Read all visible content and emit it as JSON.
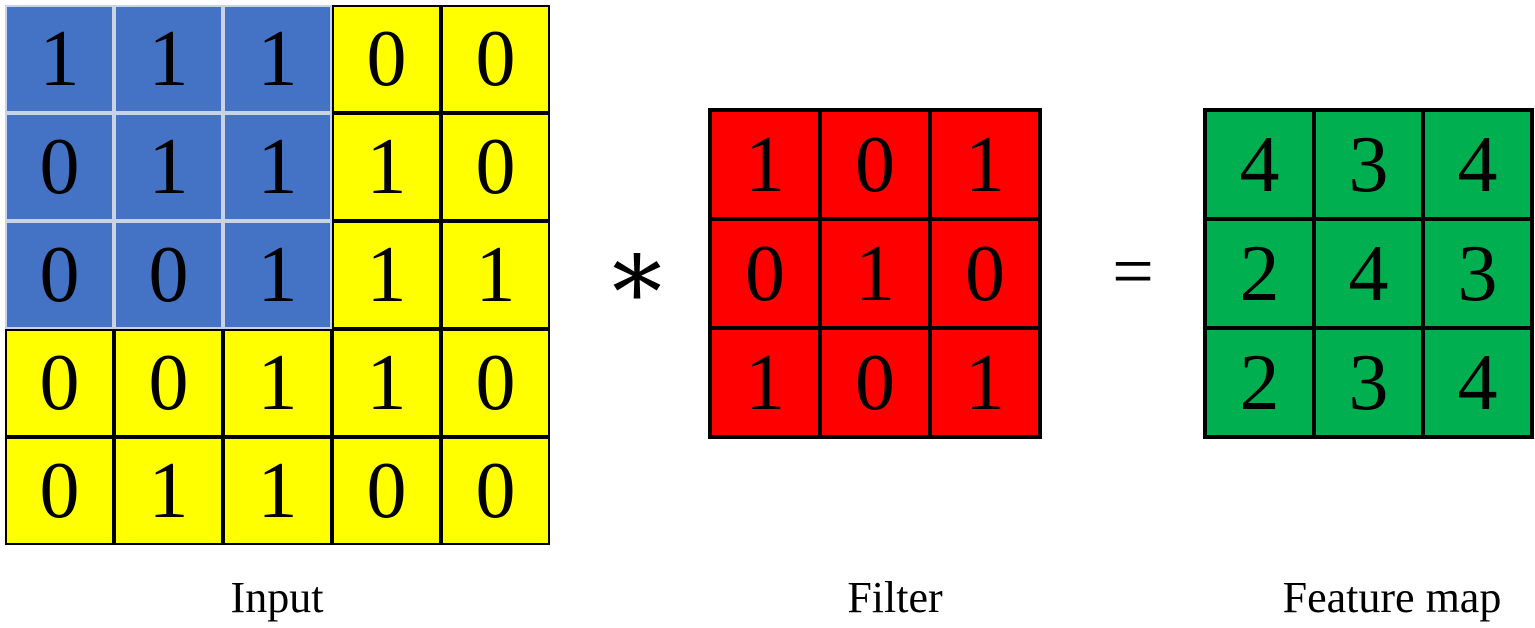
{
  "figure": {
    "input": {
      "label": "Input",
      "rows": 5,
      "cols": 5,
      "grid": [
        [
          1,
          1,
          1,
          0,
          0
        ],
        [
          0,
          1,
          1,
          1,
          0
        ],
        [
          0,
          0,
          1,
          1,
          1
        ],
        [
          0,
          0,
          1,
          1,
          0
        ],
        [
          0,
          1,
          1,
          0,
          0
        ]
      ],
      "highlight": {
        "rows": 3,
        "cols": 3
      }
    },
    "operator_convolution": "∗",
    "filter": {
      "label": "Filter",
      "rows": 3,
      "cols": 3,
      "grid": [
        [
          1,
          0,
          1
        ],
        [
          0,
          1,
          0
        ],
        [
          1,
          0,
          1
        ]
      ]
    },
    "operator_equals": "=",
    "feature_map": {
      "label": "Feature map",
      "rows": 3,
      "cols": 3,
      "grid": [
        [
          4,
          3,
          4
        ],
        [
          2,
          4,
          3
        ],
        [
          2,
          3,
          4
        ]
      ]
    },
    "colors": {
      "input_highlight_fill": "#4472C4",
      "input_highlight_border": "#C9D3E8",
      "input_fill": "#FFFF00",
      "filter_fill": "#FF0000",
      "feature_map_fill": "#00B050",
      "grid_border": "#000000",
      "text": "#000000",
      "background": "#FFFFFF"
    }
  }
}
